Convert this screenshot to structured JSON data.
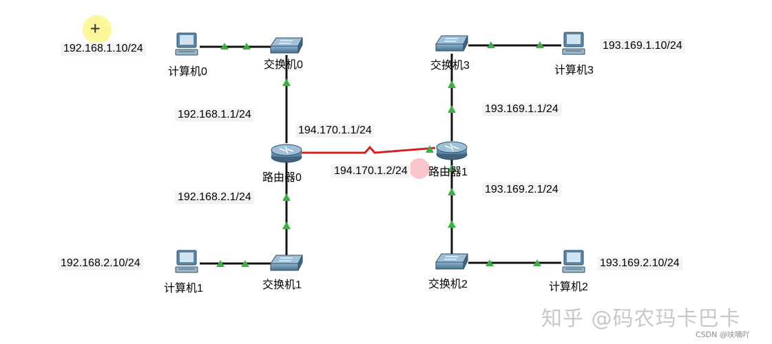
{
  "devices": {
    "pc0": "计算机0",
    "pc1": "计算机1",
    "pc2": "计算机2",
    "pc3": "计算机3",
    "switch0": "交换机0",
    "switch1": "交换机1",
    "switch2": "交换机2",
    "switch3": "交换机3",
    "router0": "路由器0",
    "router1": "路由器1"
  },
  "addresses": {
    "pc0": "192.168.1.10/24",
    "pc1": "192.168.2.10/24",
    "pc2": "193.169.2.10/24",
    "pc3": "193.169.1.10/24",
    "router0_lan1": "192.168.1.1/24",
    "router0_lan2": "192.168.2.1/24",
    "router0_wan": "194.170.1.1/24",
    "router1_wan": "194.170.1.2/24",
    "router1_lan1": "193.169.1.1/24",
    "router1_lan2": "193.169.2.1/24"
  },
  "watermark": "知乎 @码农玛卡巴卡",
  "credit": "CSDN @呋喃吖",
  "colors": {
    "link": "#111111",
    "serial_link": "#d42020",
    "link_up_marker": "#3cb043",
    "device_blue": "#5a86a8"
  },
  "icons": {
    "pc": "pc-icon",
    "switch": "switch-icon",
    "router": "router-icon",
    "cursor": "crosshair-cursor-icon"
  }
}
